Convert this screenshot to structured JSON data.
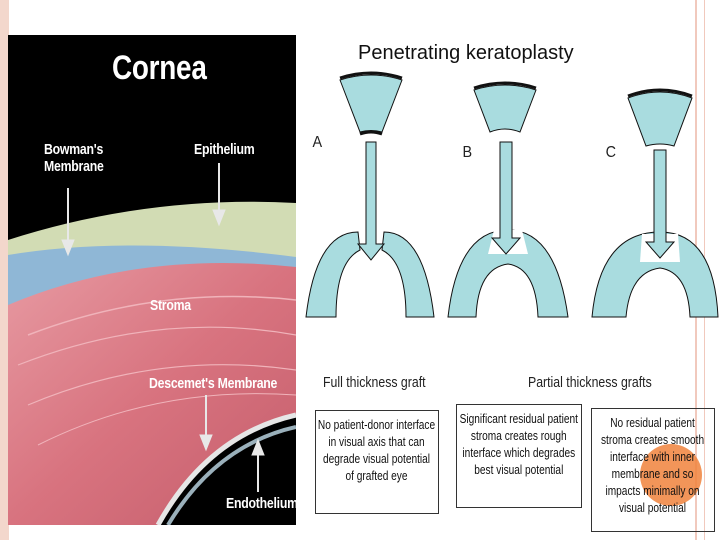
{
  "title": "Penetrating keratoplasty",
  "cornea_figure": {
    "heading": "Cornea",
    "labels": {
      "bowmans": "Bowman's\nMembrane",
      "epithelium": "Epithelium",
      "stroma": "Stroma",
      "descemets": "Descemet's Membrane",
      "endothelium": "Endothelium"
    }
  },
  "panels": {
    "a": "A",
    "b": "B",
    "c": "C"
  },
  "headers": {
    "full": "Full thickness graft",
    "partial": "Partial thickness grafts"
  },
  "boxes": {
    "a": "No patient-donor interface in visual axis that can degrade visual potential of grafted eye",
    "b": "Significant residual patient stroma creates rough interface which degrades best visual potential",
    "c": "No residual patient stroma creates smooth interface with inner membrane and so impacts minimally on visual potential"
  },
  "colors": {
    "tissue": "#a9dcdf",
    "stroma_pink": "#d9808c",
    "epithelium_green": "#d2dcb4",
    "bowman_blue": "#8fb7d6",
    "highlight": "#f0823c"
  }
}
